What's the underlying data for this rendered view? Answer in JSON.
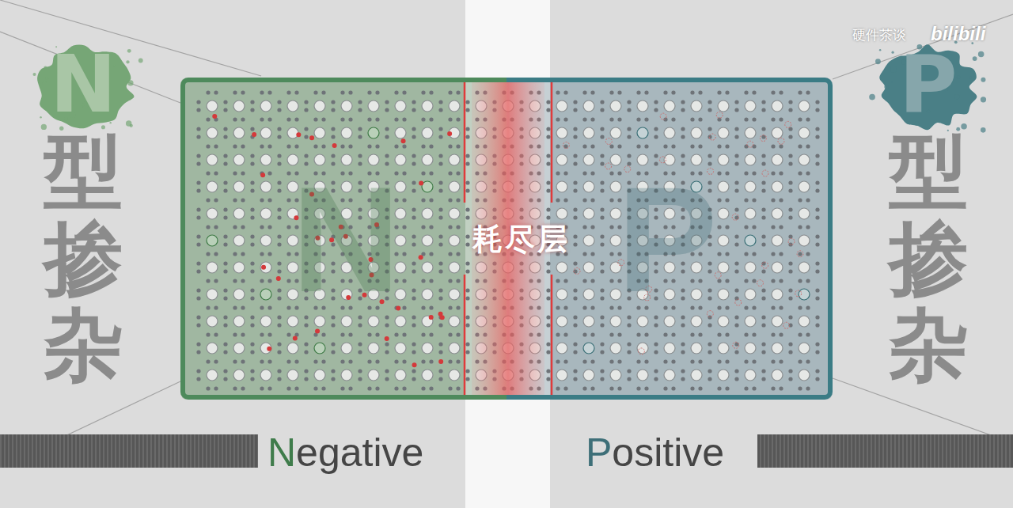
{
  "diagram": {
    "nodes": [
      {
        "text": [
          "N"
        ]
      },
      {
        "text": [
          "P"
        ]
      },
      {
        "text": [
          "耗尽层"
        ]
      }
    ],
    "labels": [
      "N型掺杂",
      "P型掺杂",
      "Negative",
      "Positive",
      "硬件茶谈",
      "bilibili"
    ]
  }
}
